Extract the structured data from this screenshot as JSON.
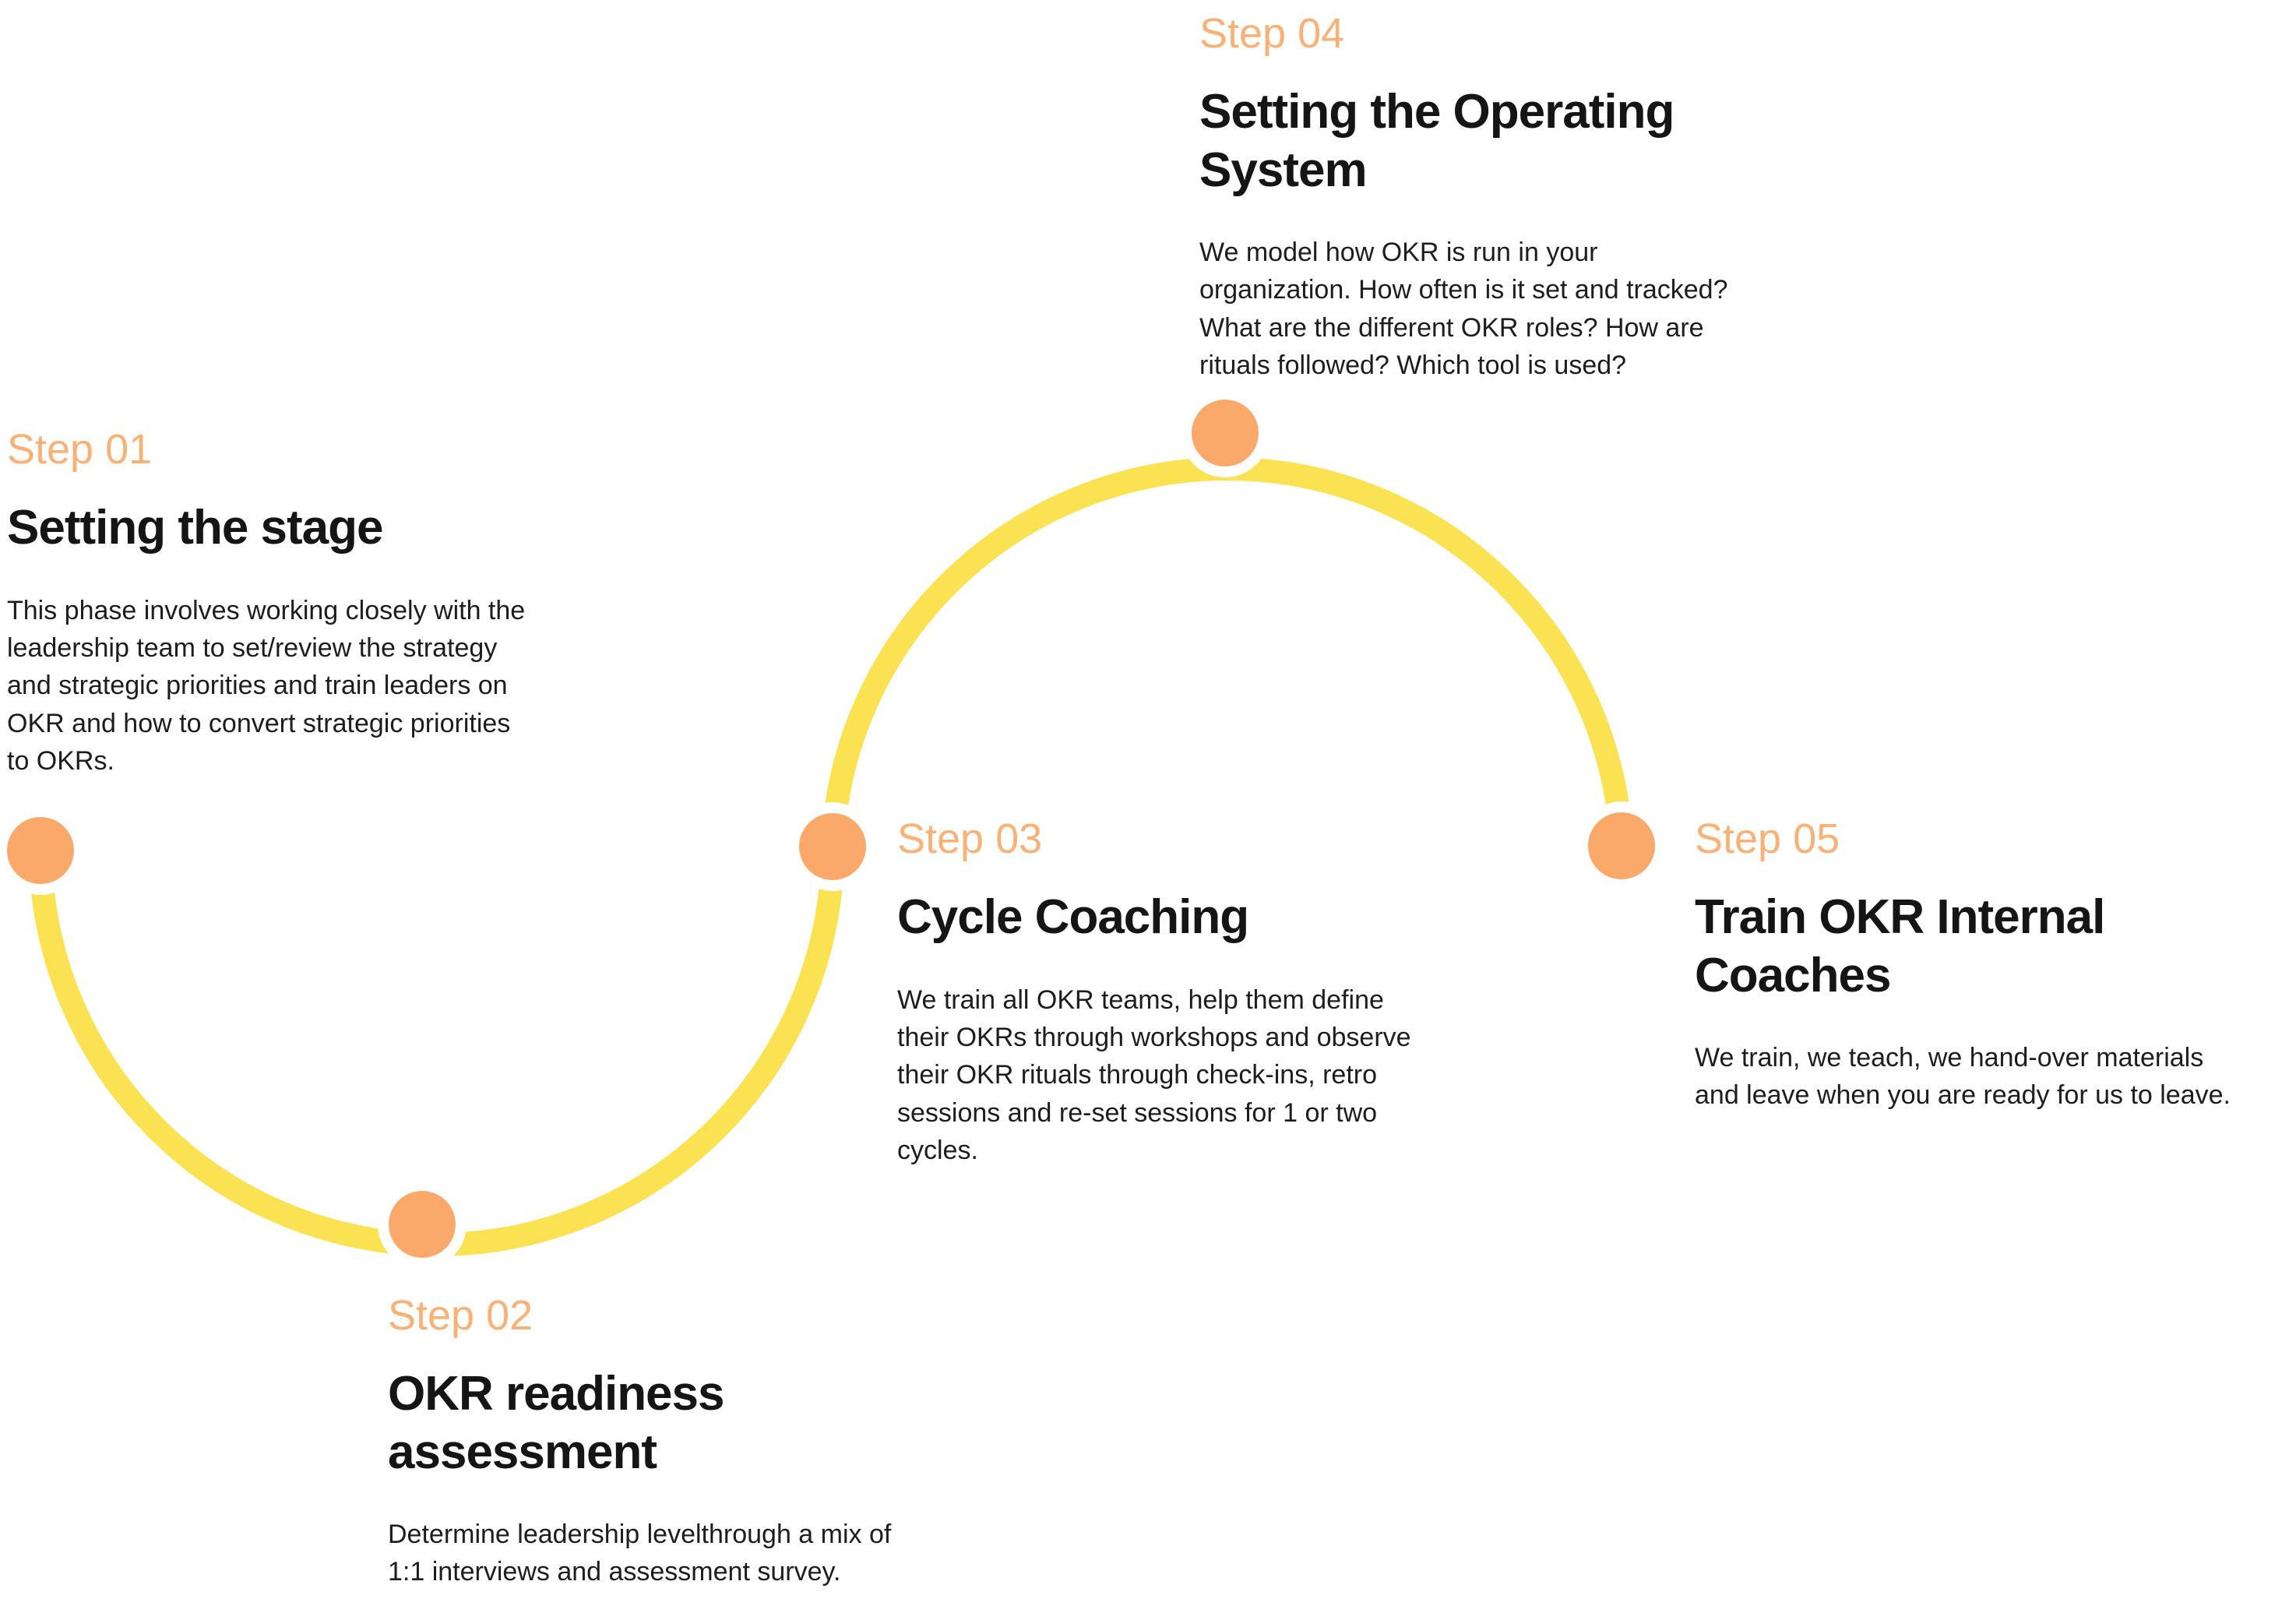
{
  "diagram": {
    "background": "#ffffff",
    "colors": {
      "step_label_orange": "#F9B175",
      "dot_orange": "#FAA96B",
      "curve_yellow": "#FAE253",
      "title_black": "#151515",
      "body_black": "#1d1d1d"
    },
    "steps": [
      {
        "label": "Step 01",
        "title": [
          "Setting the stage"
        ],
        "body": [
          "This phase involves working closely with the",
          "leadership team to set/review the strategy",
          "and strategic priorities and train leaders on",
          "OKR and how to convert strategic priorities",
          "to OKRs."
        ]
      },
      {
        "label": "Step 02",
        "title": [
          "OKR readiness",
          "assessment"
        ],
        "body": [
          "Determine leadership levelthrough a mix of",
          "1:1 interviews and assessment survey."
        ]
      },
      {
        "label": "Step 03",
        "title": [
          "Cycle Coaching"
        ],
        "body": [
          "We train all OKR teams, help them define",
          "their OKRs through workshops and observe",
          "their OKR rituals through check-ins, retro",
          "sessions and re-set sessions for 1 or two",
          "cycles."
        ]
      },
      {
        "label": "Step 04",
        "title": [
          "Setting the Operating",
          "System"
        ],
        "body": [
          "We model how OKR is run in your",
          "organization. How often is it set and tracked?",
          "What are the different OKR roles? How are",
          "rituals followed? Which tool is used?"
        ]
      },
      {
        "label": "Step 05",
        "title": [
          "Train OKR Internal",
          "Coaches"
        ],
        "body": [
          "We train, we teach, we hand-over materials",
          "and leave when you are ready for us to leave."
        ]
      }
    ]
  }
}
